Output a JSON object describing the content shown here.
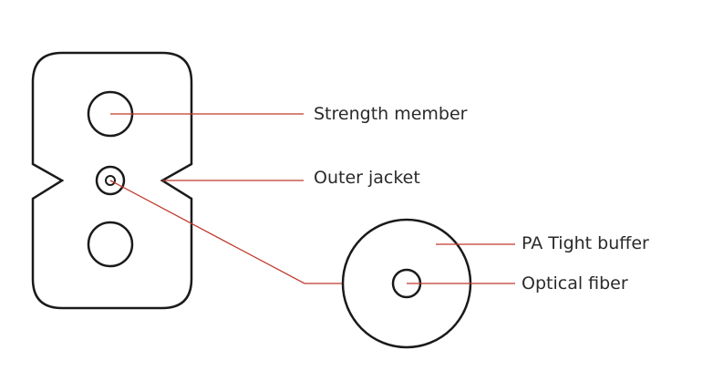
{
  "labels": {
    "strength_member": "Strength member",
    "outer_jacket": "Outer jacket",
    "tight_buffer": "PA Tight buffer",
    "optical_fiber": "Optical fiber"
  },
  "colors": {
    "outline": "#1a1a1a",
    "leader": "#c0392b",
    "text": "#2a2a2a"
  }
}
